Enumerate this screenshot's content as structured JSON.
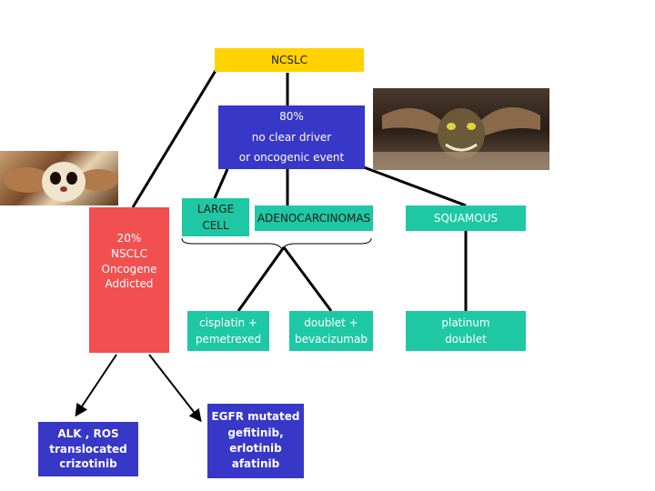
{
  "nodes": {
    "ncslc": "NCSLC",
    "no_driver": "80%\nno clear driver\nor oncogenic event",
    "oncogene": "20%\nNSCLC\nOncogene\nAddicted",
    "large_cell": "LARGE\nCELL",
    "adeno": "ADENOCARCINOMAS",
    "squamous": "SQUAMOUS",
    "cis_pem": "cisplatin +\npemetrexed",
    "doublet_bev": "doublet +\nbevacizumab",
    "platinum": "platinum\ndoublet",
    "alk_ros": "ALK , ROS\ntranslocated\ncrizotinib",
    "egfr": "EGFR mutated\ngefitinib,\nerlotinib\nafatinib"
  },
  "colors": {
    "yellow": "#ffd200",
    "blue": "#3737c8",
    "red": "#f25050",
    "teal": "#1ec8a5",
    "dark_navy": "#111133"
  }
}
